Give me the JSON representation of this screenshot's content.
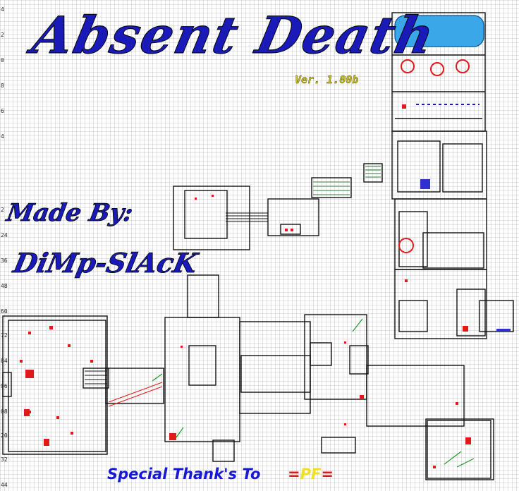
{
  "title": "Absent Death",
  "version": "Ver. 1.00b",
  "made_by": "Made By:",
  "author": "DiMp-SlAcK",
  "thanks": "Special Thank's To",
  "credit": {
    "left": "=",
    "name": "PF",
    "right": "="
  },
  "grid_labels": [
    "4",
    "2",
    "0",
    "8",
    "6",
    "4",
    "2",
    "24",
    "36",
    "48",
    "60",
    "72",
    "84",
    "96",
    "08",
    "20",
    "32",
    "44"
  ],
  "colors": {
    "grid": "#9a9a9a",
    "wall": "#111111",
    "title": "#1a1ab8",
    "version": "#c9c020",
    "marker": "#e01a1a",
    "water": "#3aa8e8",
    "stairs": "#2f7a3a",
    "path": "#1d9a2a"
  },
  "icons": {
    "marker": "red-square-marker",
    "spawn": "red-circle-spawn",
    "water": "pool-water",
    "stairs": "stair-steps"
  }
}
